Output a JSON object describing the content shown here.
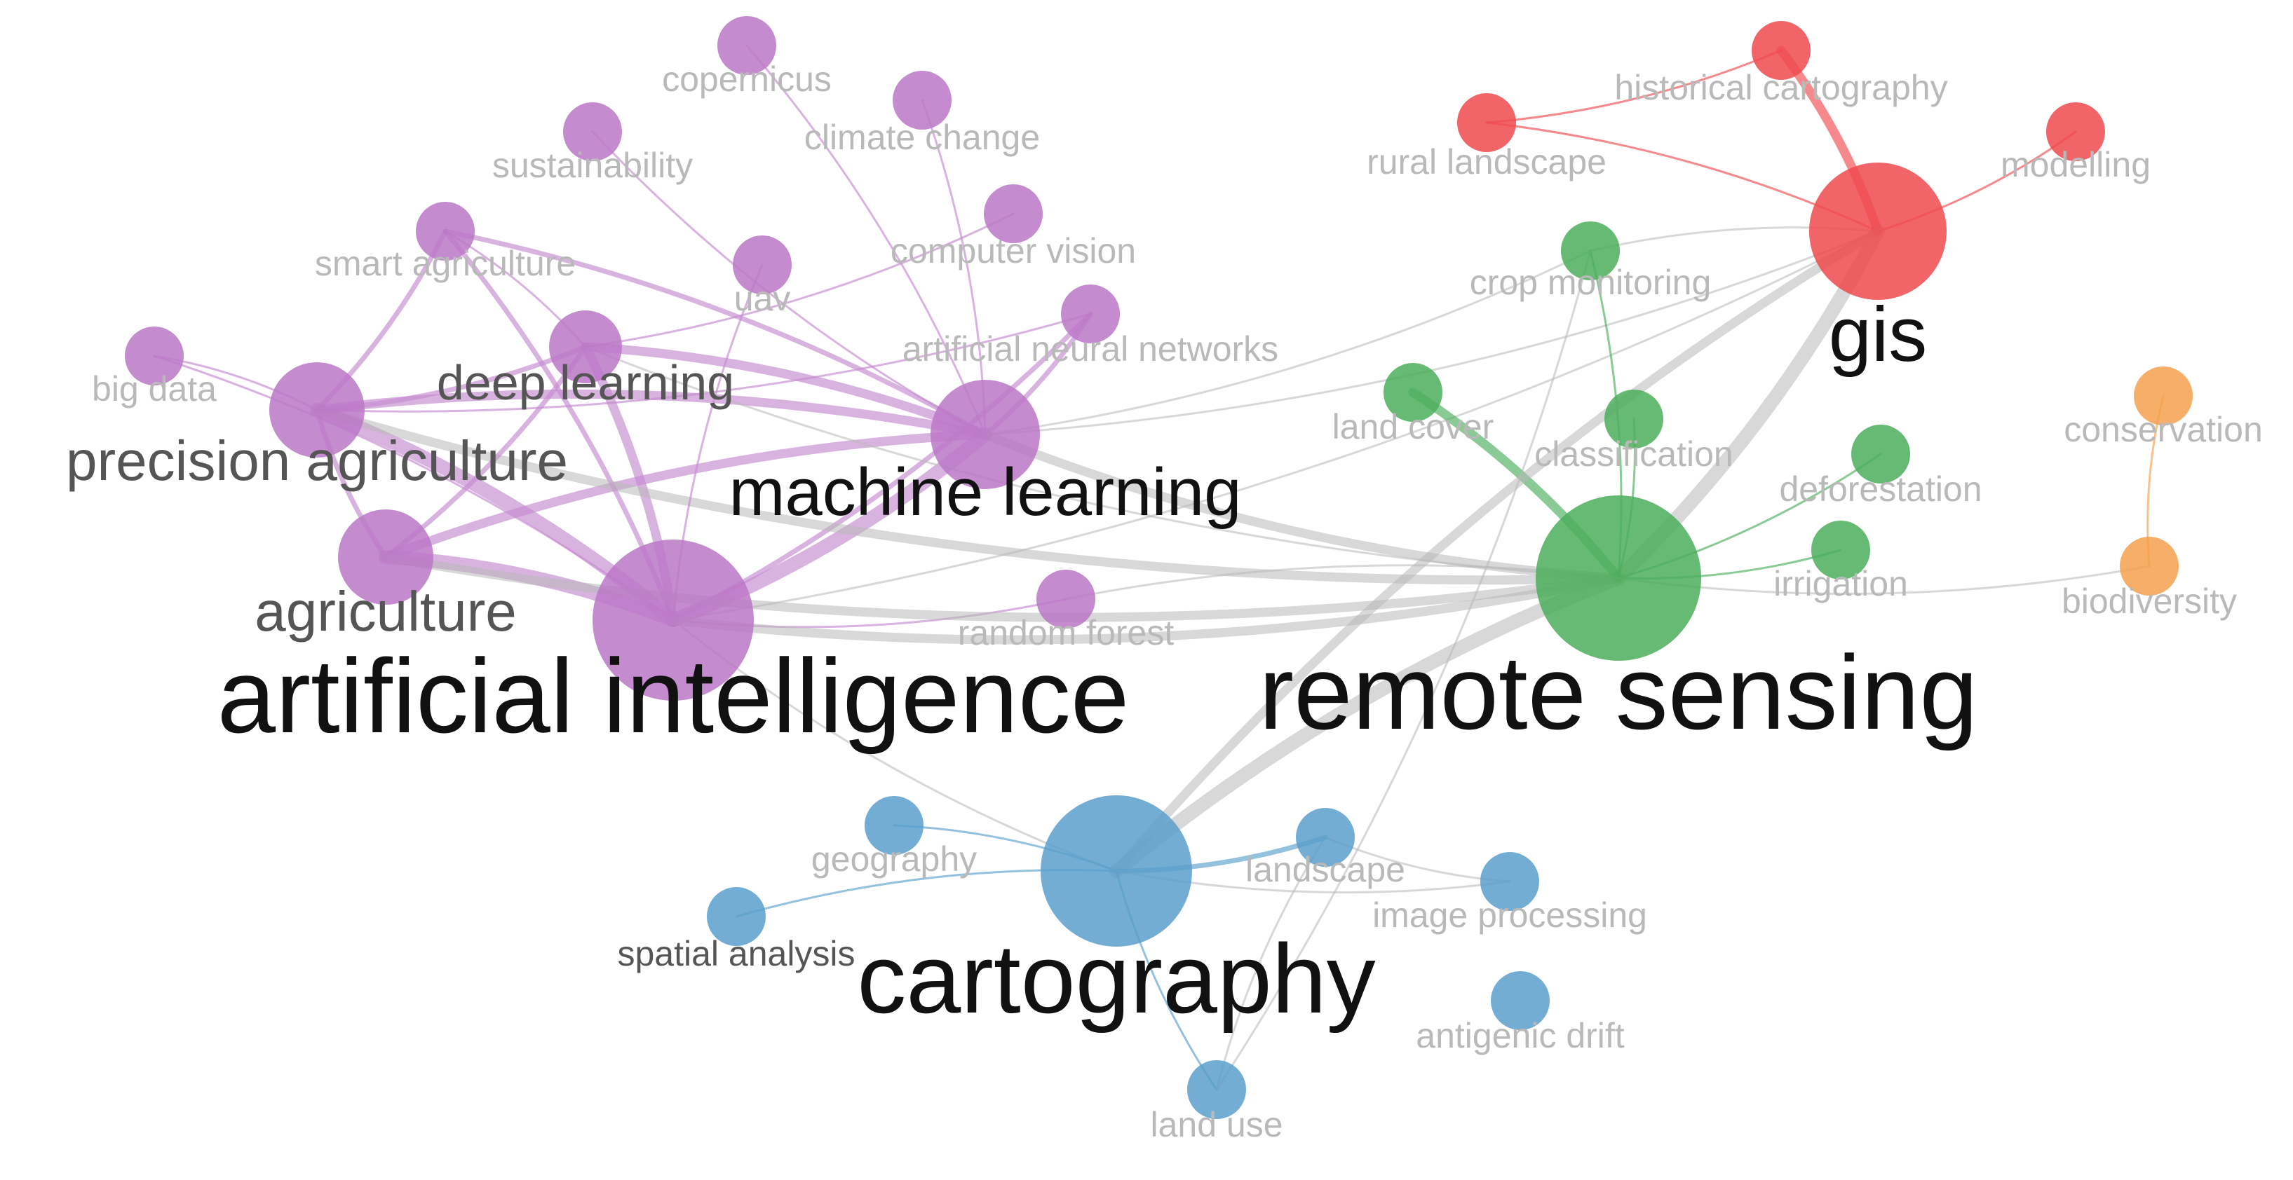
{
  "colors": {
    "purple": "#bb77c7",
    "purple_edge": "#c58bd0",
    "green": "#4cae5c",
    "red": "#ef4a4f",
    "blue": "#5a9fcd",
    "orange": "#f6a04d",
    "gray_edge": "#b8b8b8",
    "label_dark": "#111111",
    "label_mid": "#555555",
    "label_light": "#b9b9b9"
  },
  "clusters": {
    "purple": [
      "artificial intelligence",
      "machine learning",
      "precision agriculture",
      "agriculture",
      "deep learning",
      "big data",
      "smart agriculture",
      "sustainability",
      "copernicus",
      "climate change",
      "computer vision",
      "uav",
      "artificial neural networks",
      "random forest"
    ],
    "green": [
      "remote sensing",
      "land cover",
      "classification",
      "crop monitoring",
      "deforestation",
      "irrigation"
    ],
    "red": [
      "gis",
      "rural landscape",
      "historical cartography",
      "modelling"
    ],
    "blue": [
      "cartography",
      "geography",
      "spatial analysis",
      "landscape",
      "image processing",
      "antigenic drift",
      "land use"
    ],
    "orange": [
      "conservation",
      "biodiversity"
    ]
  },
  "nodes": [
    {
      "id": "artificial-intelligence",
      "label": "artificial intelligence",
      "cluster": "purple",
      "weight": 10,
      "tone": "dark"
    },
    {
      "id": "machine-learning",
      "label": "machine learning",
      "cluster": "purple",
      "weight": 7,
      "tone": "dark"
    },
    {
      "id": "precision-agriculture",
      "label": "precision agriculture",
      "cluster": "purple",
      "weight": 5,
      "tone": "mid"
    },
    {
      "id": "agriculture",
      "label": "agriculture",
      "cluster": "purple",
      "weight": 5,
      "tone": "mid"
    },
    {
      "id": "deep-learning",
      "label": "deep learning",
      "cluster": "purple",
      "weight": 4,
      "tone": "mid"
    },
    {
      "id": "big-data",
      "label": "big data",
      "cluster": "purple",
      "weight": 2,
      "tone": "light"
    },
    {
      "id": "smart-agriculture",
      "label": "smart agriculture",
      "cluster": "purple",
      "weight": 2,
      "tone": "light"
    },
    {
      "id": "sustainability",
      "label": "sustainability",
      "cluster": "purple",
      "weight": 2,
      "tone": "light"
    },
    {
      "id": "copernicus",
      "label": "copernicus",
      "cluster": "purple",
      "weight": 2,
      "tone": "light"
    },
    {
      "id": "climate-change",
      "label": "climate change",
      "cluster": "purple",
      "weight": 2,
      "tone": "light"
    },
    {
      "id": "computer-vision",
      "label": "computer vision",
      "cluster": "purple",
      "weight": 2,
      "tone": "light"
    },
    {
      "id": "uav",
      "label": "uav",
      "cluster": "purple",
      "weight": 2,
      "tone": "light"
    },
    {
      "id": "artificial-neural-networks",
      "label": "artificial neural networks",
      "cluster": "purple",
      "weight": 2,
      "tone": "light"
    },
    {
      "id": "random-forest",
      "label": "random forest",
      "cluster": "purple",
      "weight": 2,
      "tone": "light"
    },
    {
      "id": "remote-sensing",
      "label": "remote sensing",
      "cluster": "green",
      "weight": 10,
      "tone": "dark"
    },
    {
      "id": "land-cover",
      "label": "land cover",
      "cluster": "green",
      "weight": 2,
      "tone": "light"
    },
    {
      "id": "classification",
      "label": "classification",
      "cluster": "green",
      "weight": 2,
      "tone": "light"
    },
    {
      "id": "crop-monitoring",
      "label": "crop monitoring",
      "cluster": "green",
      "weight": 2,
      "tone": "light"
    },
    {
      "id": "deforestation",
      "label": "deforestation",
      "cluster": "green",
      "weight": 2,
      "tone": "light"
    },
    {
      "id": "irrigation",
      "label": "irrigation",
      "cluster": "green",
      "weight": 2,
      "tone": "light"
    },
    {
      "id": "gis",
      "label": "gis",
      "cluster": "red",
      "weight": 8,
      "tone": "dark"
    },
    {
      "id": "rural-landscape",
      "label": "rural landscape",
      "cluster": "red",
      "weight": 2,
      "tone": "light"
    },
    {
      "id": "historical-cartography",
      "label": "historical cartography",
      "cluster": "red",
      "weight": 2,
      "tone": "light"
    },
    {
      "id": "modelling",
      "label": "modelling",
      "cluster": "red",
      "weight": 2,
      "tone": "light"
    },
    {
      "id": "cartography",
      "label": "cartography",
      "cluster": "blue",
      "weight": 9,
      "tone": "dark"
    },
    {
      "id": "geography",
      "label": "geography",
      "cluster": "blue",
      "weight": 2,
      "tone": "light"
    },
    {
      "id": "spatial-analysis",
      "label": "spatial analysis",
      "cluster": "blue",
      "weight": 2,
      "tone": "mid"
    },
    {
      "id": "landscape",
      "label": "landscape",
      "cluster": "blue",
      "weight": 2,
      "tone": "light"
    },
    {
      "id": "image-processing",
      "label": "image processing",
      "cluster": "blue",
      "weight": 2,
      "tone": "light"
    },
    {
      "id": "antigenic-drift",
      "label": "antigenic drift",
      "cluster": "blue",
      "weight": 2,
      "tone": "light"
    },
    {
      "id": "land-use",
      "label": "land use",
      "cluster": "blue",
      "weight": 2,
      "tone": "light"
    },
    {
      "id": "conservation",
      "label": "conservation",
      "cluster": "orange",
      "weight": 2,
      "tone": "light"
    },
    {
      "id": "biodiversity",
      "label": "biodiversity",
      "cluster": "orange",
      "weight": 2,
      "tone": "light"
    }
  ],
  "edges": [
    {
      "source": "artificial-intelligence",
      "target": "machine-learning",
      "strength": 4,
      "color": "purple"
    },
    {
      "source": "artificial-intelligence",
      "target": "agriculture",
      "strength": 4,
      "color": "purple"
    },
    {
      "source": "artificial-intelligence",
      "target": "precision-agriculture",
      "strength": 4,
      "color": "purple"
    },
    {
      "source": "artificial-intelligence",
      "target": "deep-learning",
      "strength": 3,
      "color": "purple"
    },
    {
      "source": "artificial-intelligence",
      "target": "smart-agriculture",
      "strength": 2,
      "color": "purple"
    },
    {
      "source": "artificial-intelligence",
      "target": "artificial-neural-networks",
      "strength": 2,
      "color": "purple"
    },
    {
      "source": "artificial-intelligence",
      "target": "random-forest",
      "strength": 1,
      "color": "purple"
    },
    {
      "source": "artificial-intelligence",
      "target": "big-data",
      "strength": 1,
      "color": "purple"
    },
    {
      "source": "artificial-intelligence",
      "target": "remote-sensing",
      "strength": 3,
      "color": "gray"
    },
    {
      "source": "artificial-intelligence",
      "target": "cartography",
      "strength": 1,
      "color": "gray"
    },
    {
      "source": "artificial-intelligence",
      "target": "gis",
      "strength": 1,
      "color": "gray"
    },
    {
      "source": "machine-learning",
      "target": "precision-agriculture",
      "strength": 3,
      "color": "purple"
    },
    {
      "source": "machine-learning",
      "target": "agriculture",
      "strength": 3,
      "color": "purple"
    },
    {
      "source": "machine-learning",
      "target": "deep-learning",
      "strength": 3,
      "color": "purple"
    },
    {
      "source": "machine-learning",
      "target": "smart-agriculture",
      "strength": 2,
      "color": "purple"
    },
    {
      "source": "machine-learning",
      "target": "artificial-neural-networks",
      "strength": 2,
      "color": "purple"
    },
    {
      "source": "machine-learning",
      "target": "copernicus",
      "strength": 1,
      "color": "purple"
    },
    {
      "source": "machine-learning",
      "target": "climate-change",
      "strength": 1,
      "color": "purple"
    },
    {
      "source": "machine-learning",
      "target": "remote-sensing",
      "strength": 3,
      "color": "gray"
    },
    {
      "source": "machine-learning",
      "target": "gis",
      "strength": 1,
      "color": "gray"
    },
    {
      "source": "machine-learning",
      "target": "crop-monitoring",
      "strength": 1,
      "color": "gray"
    },
    {
      "source": "precision-agriculture",
      "target": "agriculture",
      "strength": 2,
      "color": "purple"
    },
    {
      "source": "precision-agriculture",
      "target": "deep-learning",
      "strength": 2,
      "color": "purple"
    },
    {
      "source": "precision-agriculture",
      "target": "smart-agriculture",
      "strength": 2,
      "color": "purple"
    },
    {
      "source": "precision-agriculture",
      "target": "big-data",
      "strength": 1,
      "color": "purple"
    },
    {
      "source": "precision-agriculture",
      "target": "remote-sensing",
      "strength": 3,
      "color": "gray"
    },
    {
      "source": "precision-agriculture",
      "target": "artificial-neural-networks",
      "strength": 1,
      "color": "purple"
    },
    {
      "source": "agriculture",
      "target": "deep-learning",
      "strength": 2,
      "color": "purple"
    },
    {
      "source": "agriculture",
      "target": "remote-sensing",
      "strength": 3,
      "color": "gray"
    },
    {
      "source": "deep-learning",
      "target": "smart-agriculture",
      "strength": 1,
      "color": "purple"
    },
    {
      "source": "deep-learning",
      "target": "computer-vision",
      "strength": 1,
      "color": "purple"
    },
    {
      "source": "deep-learning",
      "target": "remote-sensing",
      "strength": 1,
      "color": "gray"
    },
    {
      "source": "sustainability",
      "target": "machine-learning",
      "strength": 1,
      "color": "purple"
    },
    {
      "source": "uav",
      "target": "artificial-intelligence",
      "strength": 1,
      "color": "purple"
    },
    {
      "source": "remote-sensing",
      "target": "gis",
      "strength": 4,
      "color": "gray"
    },
    {
      "source": "remote-sensing",
      "target": "cartography",
      "strength": 4,
      "color": "gray"
    },
    {
      "source": "remote-sensing",
      "target": "land-cover",
      "strength": 3,
      "color": "green"
    },
    {
      "source": "remote-sensing",
      "target": "classification",
      "strength": 1,
      "color": "green"
    },
    {
      "source": "remote-sensing",
      "target": "crop-monitoring",
      "strength": 1,
      "color": "green"
    },
    {
      "source": "remote-sensing",
      "target": "irrigation",
      "strength": 1,
      "color": "green"
    },
    {
      "source": "remote-sensing",
      "target": "deforestation",
      "strength": 1,
      "color": "green"
    },
    {
      "source": "remote-sensing",
      "target": "biodiversity",
      "strength": 1,
      "color": "gray"
    },
    {
      "source": "remote-sensing",
      "target": "random-forest",
      "strength": 1,
      "color": "gray"
    },
    {
      "source": "gis",
      "target": "historical-cartography",
      "strength": 3,
      "color": "red"
    },
    {
      "source": "gis",
      "target": "rural-landscape",
      "strength": 1,
      "color": "red"
    },
    {
      "source": "gis",
      "target": "modelling",
      "strength": 1,
      "color": "red"
    },
    {
      "source": "gis",
      "target": "cartography",
      "strength": 3,
      "color": "gray"
    },
    {
      "source": "gis",
      "target": "crop-monitoring",
      "strength": 1,
      "color": "gray"
    },
    {
      "source": "rural-landscape",
      "target": "historical-cartography",
      "strength": 1,
      "color": "red"
    },
    {
      "source": "cartography",
      "target": "geography",
      "strength": 1,
      "color": "blue"
    },
    {
      "source": "cartography",
      "target": "landscape",
      "strength": 2,
      "color": "blue"
    },
    {
      "source": "cartography",
      "target": "land-use",
      "strength": 1,
      "color": "blue"
    },
    {
      "source": "cartography",
      "target": "spatial-analysis",
      "strength": 1,
      "color": "blue"
    },
    {
      "source": "cartography",
      "target": "image-processing",
      "strength": 1,
      "color": "gray"
    },
    {
      "source": "landscape",
      "target": "land-use",
      "strength": 1,
      "color": "gray"
    },
    {
      "source": "landscape",
      "target": "image-processing",
      "strength": 1,
      "color": "gray"
    },
    {
      "source": "conservation",
      "target": "biodiversity",
      "strength": 1,
      "color": "orange"
    },
    {
      "source": "land-use",
      "target": "crop-monitoring",
      "strength": 1,
      "color": "gray"
    }
  ]
}
